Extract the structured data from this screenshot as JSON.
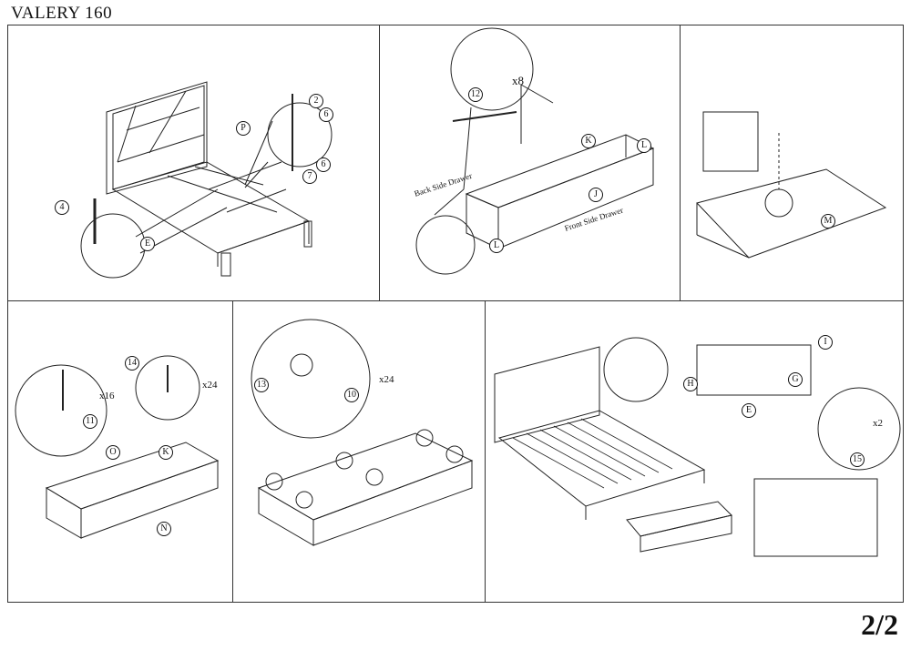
{
  "title": "VALERY 160",
  "page_number": "2/2",
  "panels": {
    "p1": {
      "labels": [
        "2",
        "6",
        "6",
        "7",
        "P",
        "4",
        "E"
      ]
    },
    "p2": {
      "qty": "x8",
      "labels": [
        "12",
        "K",
        "L",
        "J",
        "L"
      ],
      "back_side": "Back Side Drawer",
      "front_side": "Front Side Drawer"
    },
    "p3": {
      "labels": [
        "M"
      ]
    },
    "p4": {
      "qty_a": "x16",
      "qty_b": "x24",
      "labels": [
        "14",
        "11",
        "O",
        "K",
        "N"
      ]
    },
    "p5": {
      "qty": "x24",
      "labels": [
        "13",
        "10"
      ]
    },
    "p6": {
      "qty": "x2",
      "labels": [
        "I",
        "H",
        "G",
        "E",
        "15"
      ]
    }
  }
}
